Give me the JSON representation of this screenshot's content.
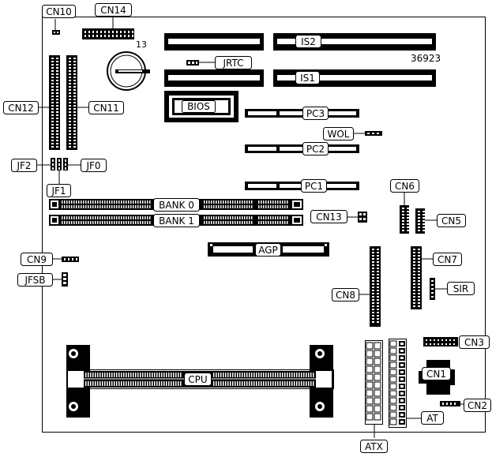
{
  "diagram": {
    "part_number": "36923",
    "pin_label_cn14": "13",
    "labels": {
      "cn10": "CN10",
      "cn14": "CN14",
      "is2": "IS2",
      "is1": "IS1",
      "jrtc": "JRTC",
      "cn12": "CN12",
      "cn11": "CN11",
      "bios": "BIOS",
      "pc3": "PC3",
      "wol": "WOL",
      "pc2": "PC2",
      "jf2": "JF2",
      "jf0": "JF0",
      "jf1": "JF1",
      "pc1": "PC1",
      "cn6": "CN6",
      "bank0": "BANK 0",
      "bank1": "BANK 1",
      "cn13": "CN13",
      "cn5": "CN5",
      "cn9": "CN9",
      "agp": "AGP",
      "cn7": "CN7",
      "jfsb": "JFSB",
      "sir": "SIR",
      "cn8": "CN8",
      "cn3": "CN3",
      "cpu": "CPU",
      "cn1": "CN1",
      "cn2": "CN2",
      "at": "AT",
      "atx": "ATX"
    }
  }
}
